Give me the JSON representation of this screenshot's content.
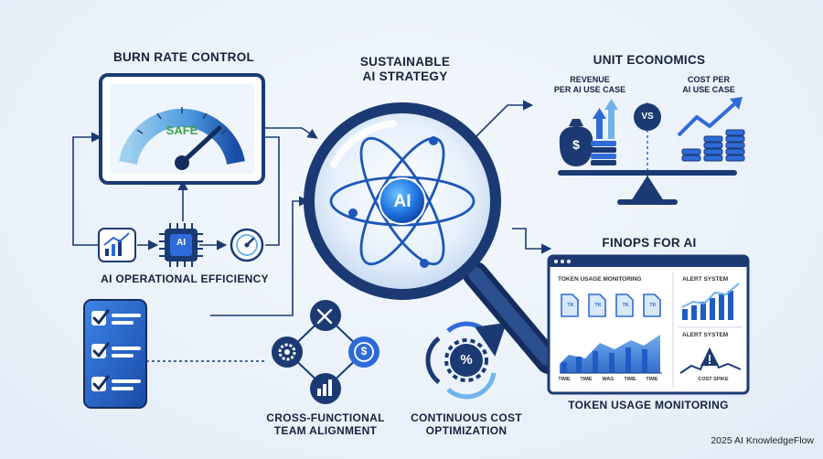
{
  "burn_rate": {
    "title": "BURN RATE CONTROL",
    "gauge_label": "SAFE"
  },
  "center": {
    "title_line1": "SUSTAINABLE",
    "title_line2": "AI STRATEGY",
    "ai_label": "AI"
  },
  "unit_economics": {
    "title": "UNIT ECONOMICS",
    "left_line1": "REVENUE",
    "left_line2": "PER AI USE CASE",
    "right_line1": "COST PER",
    "right_line2": "AI USE CASE",
    "vs_label": "VS"
  },
  "efficiency": {
    "title": "AI OPERATIONAL EFFICIENCY",
    "chip_label": "AI"
  },
  "finops": {
    "title": "FINOPS FOR AI",
    "panel_left_title": "TOKEN USAGE MONITORING",
    "token_label": "TK",
    "panel_right_title_1": "ALERT SYSTEM",
    "panel_right_title_2": "ALERT SYSTEM",
    "cost_spike_label": "COST SPIKE",
    "axis_labels": [
      "TIME",
      "TIME",
      "WAG",
      "TIME",
      "TIME"
    ],
    "caption": "TOKEN USAGE MONITORING"
  },
  "alignment": {
    "title_line1": "CROSS-FUNCTIONAL",
    "title_line2": "TEAM ALIGNMENT"
  },
  "optimization": {
    "title_line1": "CONTINUOUS COST",
    "title_line2": "OPTIMIZATION"
  },
  "footer": {
    "text": "2025 AI KnowledgeFlow"
  },
  "colors": {
    "navy": "#1b3a73",
    "blue": "#2f6bd8",
    "light_blue": "#6fb3ea",
    "green": "#3ca043",
    "background": "#eaf1fa"
  }
}
